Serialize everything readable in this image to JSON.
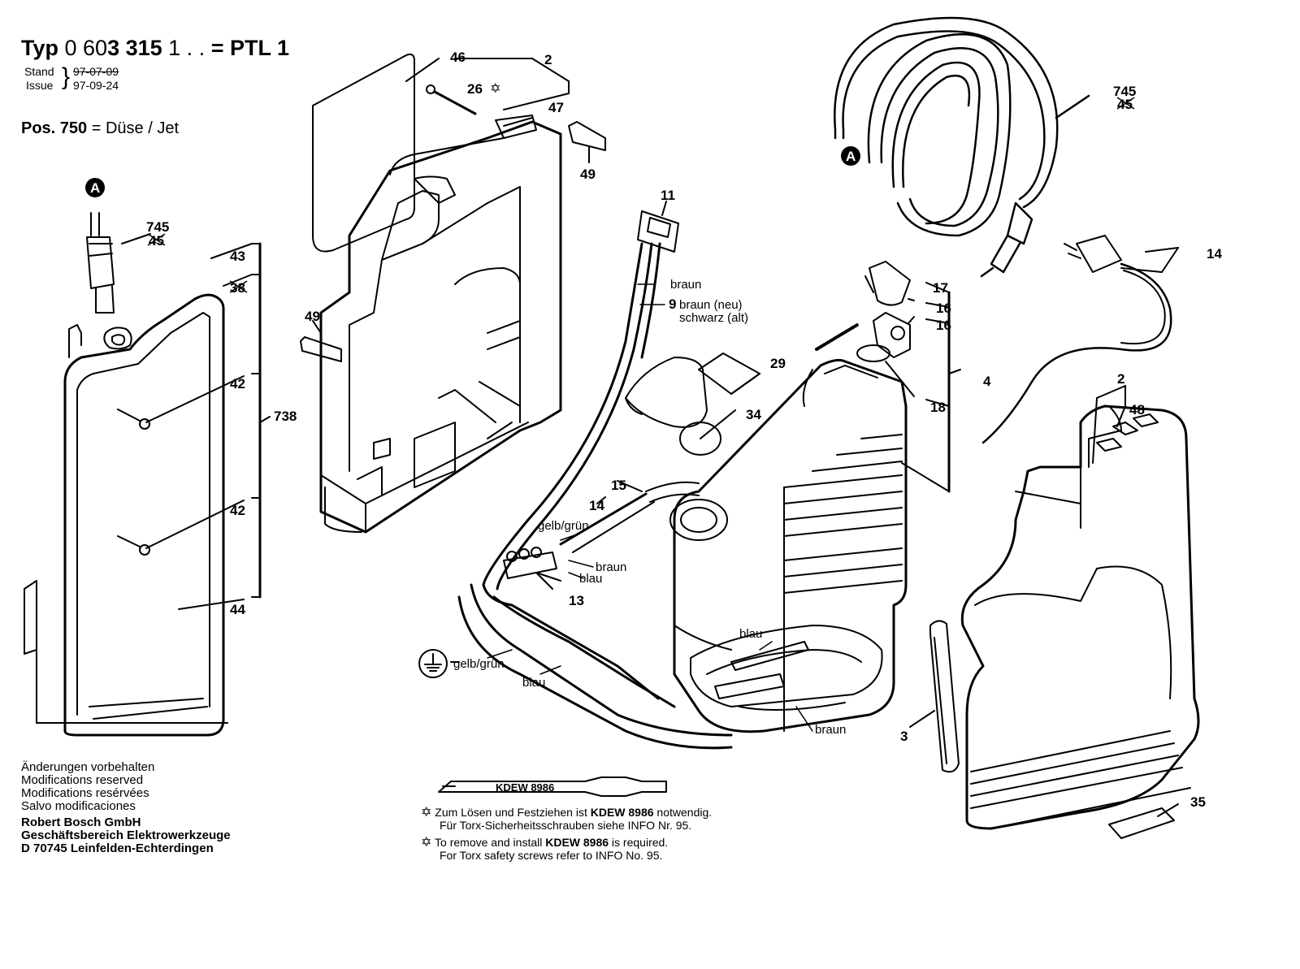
{
  "header": {
    "typ_label": "Typ",
    "typ_number_plain": "0 60",
    "typ_number_bold": "3 315",
    "typ_suffix": " 1 . .",
    "typ_equals": "= PTL 1",
    "stand_label": "Stand",
    "stand_date": "97-07-09",
    "issue_label": "Issue",
    "issue_date": "97-09-24"
  },
  "pos_note": {
    "pos_bold": "Pos. 750",
    "pos_text": " = Düse / Jet"
  },
  "part_labels": {
    "p46": "46",
    "p2a": "2",
    "p26": "26",
    "p47": "47",
    "p49a": "49",
    "p49b": "49",
    "p11": "11",
    "p745a": "745",
    "p45a": "45",
    "p745b": "745",
    "p45b": "45",
    "p43": "43",
    "p38": "38",
    "p42a": "42",
    "p42b": "42",
    "p738": "738",
    "p44": "44",
    "p17": "17",
    "p16a": "16",
    "p16b": "16",
    "p4": "4",
    "p18": "18",
    "p14a": "14",
    "p14b": "14",
    "p29": "29",
    "p34": "34",
    "p15": "15",
    "p13": "13",
    "p9": "9",
    "p2b": "2",
    "p48": "48",
    "p3": "3",
    "p35": "35",
    "pA1": "A",
    "pA2": "A"
  },
  "wire_labels": {
    "braun1": "braun",
    "braun_neu": "braun (neu)",
    "schwarz_alt": "schwarz (alt)",
    "gelb_gruen1": "gelb/grün",
    "braun2": "braun",
    "blau1": "blau",
    "gelb_gruen2": "gelb/grün",
    "blau2": "blau",
    "blau3": "blau",
    "braun3": "braun"
  },
  "tool": {
    "name": "KDEW 8986",
    "de_line1_pre": "Zum Lösen und Festziehen ist ",
    "de_line1_bold": "KDEW 8986",
    "de_line1_post": " notwendig.",
    "de_line2": "Für Torx-Sicherheitsschrauben siehe INFO Nr. 95.",
    "en_line1_pre": "To remove and install ",
    "en_line1_bold": "KDEW 8986",
    "en_line1_post": " is required.",
    "en_line2": "For Torx safety screws refer to INFO No. 95.",
    "star_symbol": "✡"
  },
  "footer": {
    "lines": [
      "Änderungen vorbehalten",
      "Modifications reserved",
      "Modifications resérvées",
      "Salvo modificaciones"
    ],
    "company": "Robert Bosch GmbH",
    "division": "Geschäftsbereich Elektrowerkzeuge",
    "address": "D 70745 Leinfelden-Echterdingen"
  },
  "colors": {
    "ink": "#000000",
    "paper": "#ffffff",
    "shade": "#e8e8e8"
  }
}
